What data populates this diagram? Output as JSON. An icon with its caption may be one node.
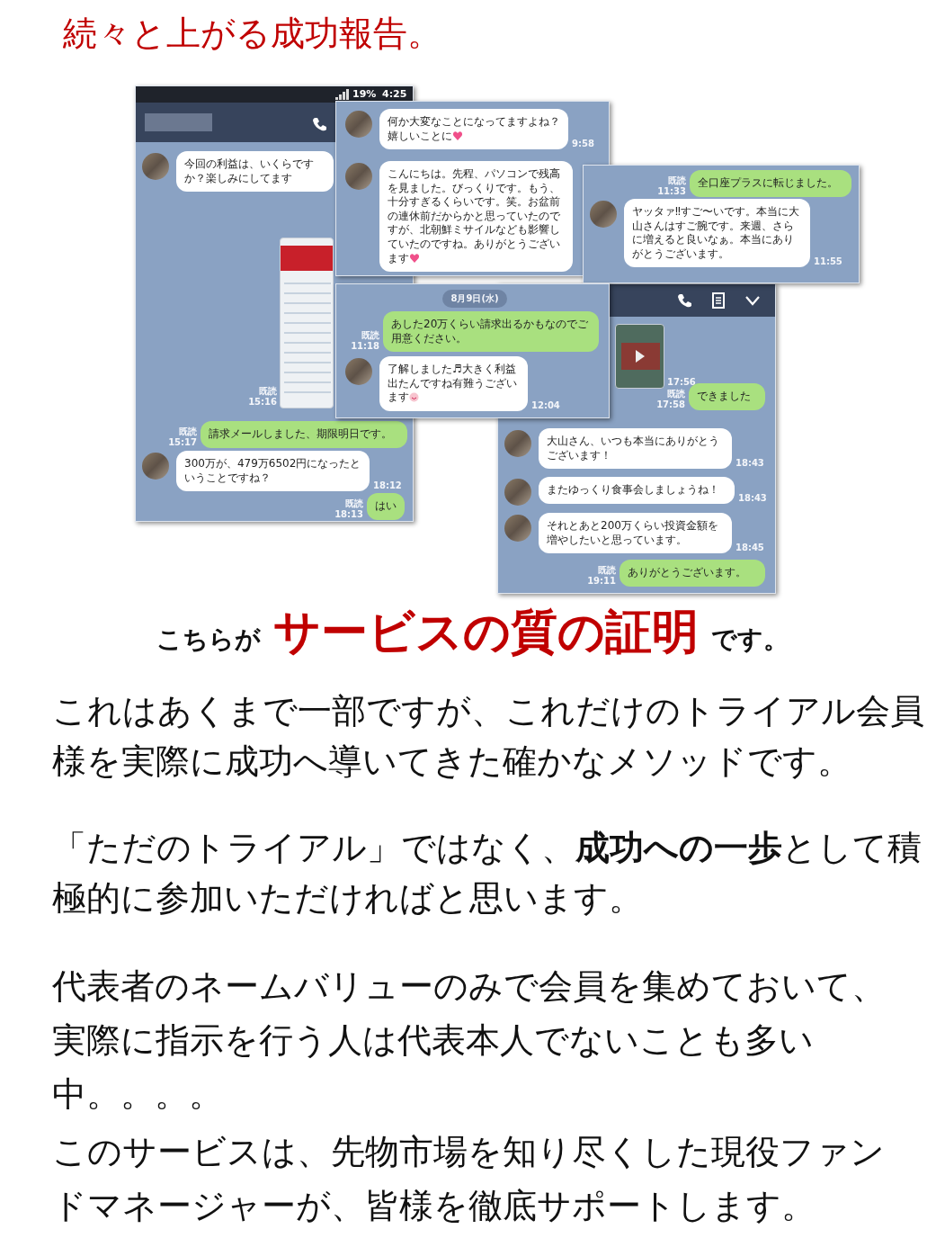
{
  "diagram": {
    "title": "続々と上がる成功報告。",
    "nodes": [
      {
        "text": [],
        "shape": "box"
      },
      {
        "text": [
          "今回の利益は、いくらですか？楽しみにしてます"
        ],
        "in": 0
      },
      {
        "text": [],
        "shape": "picture",
        "in": 0,
        "beside": [
          "既読",
          "15:16"
        ]
      },
      {
        "text": [
          "請求メールしました、期限明日です。"
        ],
        "in": 0,
        "beside": [
          "既読",
          "15:17"
        ]
      },
      {
        "text": [
          "300万が、479万6502円になったということですね？"
        ],
        "in": 0,
        "beside": [
          "18:12"
        ]
      },
      {
        "text": [
          "はい"
        ],
        "in": 0,
        "beside": [
          "既読",
          "18:13"
        ]
      },
      {
        "text": [],
        "shape": "box"
      },
      {
        "text": [
          "何か大変なことになってますよね？嬉しいことに"
        ],
        "in": 6,
        "beside": [
          "9:58"
        ]
      },
      {
        "text": [
          "こんにちは。先程、パソコンで残高を見ました。びっくりです。もう、十分すぎるくらいです。笑。お盆前の連休前だからかと思っていたのですが、北朝鮮ミサイルなども影響していたのですね。ありがとうございます"
        ],
        "in": 6
      },
      {
        "text": [],
        "shape": "box"
      },
      {
        "text": [
          "全口座プラスに転じました。"
        ],
        "in": 9,
        "beside": [
          "既読",
          "11:33"
        ]
      },
      {
        "text": [
          "ヤッタァ‼すご〜いです。本当に大山さんはすご腕です。来週、さらに増えると良いなぁ。本当にありがとうございます。"
        ],
        "in": 9,
        "beside": [
          "11:55"
        ]
      },
      {
        "text": [],
        "shape": "box"
      },
      {
        "text": [
          "8月9日(水)"
        ],
        "in": 12
      },
      {
        "text": [
          "あした20万くらい請求出るかもなのでご用意ください。"
        ],
        "in": 12,
        "beside": [
          "既読",
          "11:18"
        ]
      },
      {
        "text": [
          "了解しました♬大きく利益出たんですね有難うございます"
        ],
        "in": 12,
        "beside": [
          "12:04"
        ]
      },
      {
        "text": [],
        "shape": "box"
      },
      {
        "text": [],
        "shape": "picture",
        "in": 16,
        "beside": [
          "17:56"
        ]
      },
      {
        "text": [
          "できました"
        ],
        "in": 16,
        "beside": [
          "既読",
          "17:58"
        ]
      },
      {
        "text": [
          "大山さん、いつも本当にありがとうございます！"
        ],
        "in": 16,
        "beside": [
          "18:43"
        ]
      },
      {
        "text": [
          "またゆっくり食事会しましょうね！"
        ],
        "in": 16,
        "beside": [
          "18:43"
        ]
      },
      {
        "text": [
          "それとあと200万くらい投資金額を増やしたいと思っています。"
        ],
        "in": 16,
        "beside": [
          "18:45"
        ]
      },
      {
        "text": [
          "ありがとうございます。"
        ],
        "in": 16,
        "beside": [
          "既読",
          "19:11"
        ]
      }
    ],
    "labels": [
      "19%",
      "4:25",
      "こちらが",
      "サービスの質の証明",
      "です。",
      "これはあくまで一部ですが、これだけのトライアル会員様を実際に成功へ導いてきた確かなメソッドです。",
      "「ただのトライアル」ではなく、**成功への一歩**として積極的に参加いただければと思います。",
      "代表者のネームバリューのみで会員を集めておいて、実際に指示を行う人は代表本人でないことも多い中。。。。",
      "このサービスは、先物市場を知り尽くした現役ファンドマネージャーが、皆様を徹底サポートします。"
    ]
  }
}
